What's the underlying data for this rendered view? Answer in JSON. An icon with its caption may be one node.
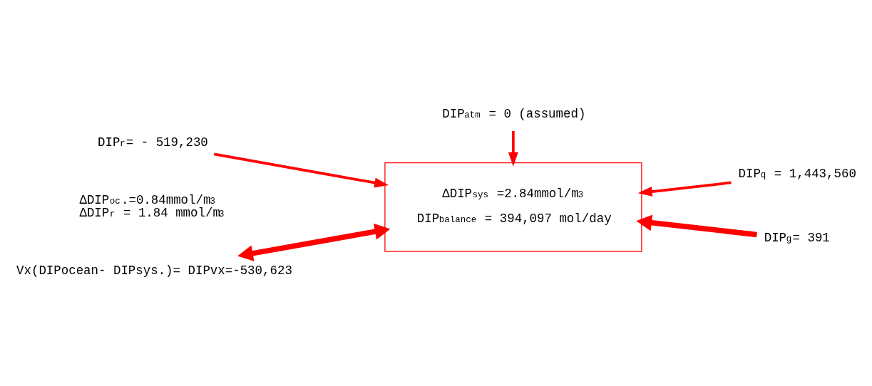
{
  "diagram": {
    "nodes": [
      {
        "text": [
          "ΔDIP$_{sys}$ =2.84mmol/m$^{3}$",
          "DIP$_{balance}$ = 394,097 mol/day"
        ]
      },
      {
        "text": [
          "DIP$_{atm}$ = 0 (assumed)"
        ]
      },
      {
        "text": [
          "DIP$_{r}$= - 519,230"
        ]
      },
      {
        "text": [
          "Vx(DIPocean- DIPsys.)= DIPvx=-530,623"
        ]
      },
      {
        "text": [
          "DIP$_{q}$ = 1,443,560"
        ]
      },
      {
        "text": [
          "DIP$_{g}$= 391"
        ]
      }
    ],
    "edges": [
      {
        "from": 1,
        "to": 0,
        "arrow": "to"
      },
      {
        "from": 2,
        "to": 0,
        "arrow": "to"
      },
      {
        "from": 3,
        "to": 0,
        "arrow": "both",
        "style": "thick"
      },
      {
        "from": 4,
        "to": 0,
        "arrow": "to"
      },
      {
        "from": 5,
        "to": 0,
        "arrow": "to",
        "style": "thick"
      }
    ],
    "labels": [
      "ΔDIP$_{oc}$.=0.84mmol/m$^{3}$",
      "ΔDIP$_{r}$ = 1.84 mmol/m$^{3}$"
    ]
  }
}
